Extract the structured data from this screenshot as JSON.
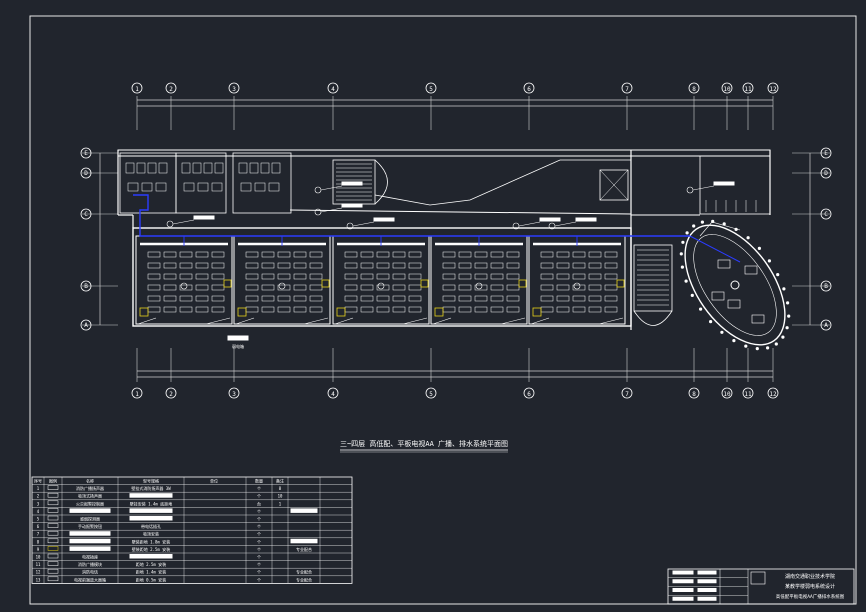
{
  "colors": {
    "background": "#21252d",
    "frame": "#e8e8e8",
    "wall": "#ffffff",
    "dim": "#cfcfcf",
    "pipe": "#2b3cff",
    "device": "#e8d21a",
    "grid": "#d0d0d0"
  },
  "axes": {
    "columns": [
      "1",
      "2",
      "3",
      "4",
      "5",
      "6",
      "7",
      "8",
      "10",
      "11",
      "12"
    ],
    "rows": [
      "A",
      "B",
      "C",
      "D",
      "E"
    ]
  },
  "drawing_title": "三~四层 高低配、平板电视AA 广播、排水系统平面图",
  "legend": {
    "headers": [
      "序号",
      "图例",
      "名称",
      "型号规格",
      "单位",
      "数量",
      "备注"
    ],
    "rows": [
      {
        "no": "1",
        "name": "消防广播扬声器",
        "spec": "壁挂式消防扬声器 3W",
        "unit": "个",
        "qty": "8"
      },
      {
        "no": "2",
        "name": "吸顶式扬声器",
        "spec": "",
        "unit": "个",
        "qty": "10"
      },
      {
        "no": "3",
        "name": "火灾报警控制器",
        "spec": "壁挂安装 1.4m 底距地",
        "unit": "台",
        "qty": "1"
      },
      {
        "no": "4",
        "name": "",
        "spec": "",
        "unit": "个",
        "qty": "",
        "remark": ""
      },
      {
        "no": "5",
        "name": "感烟探测器",
        "spec": "",
        "unit": "个",
        "qty": ""
      },
      {
        "no": "6",
        "name": "手动报警按钮",
        "spec": "带电话插孔",
        "unit": "个",
        "qty": ""
      },
      {
        "no": "7",
        "name": "",
        "spec": "吸顶安装",
        "unit": "个",
        "qty": ""
      },
      {
        "no": "8",
        "name": "",
        "spec": "壁装距地 1.8m 安装",
        "unit": "个",
        "qty": "",
        "remark": ""
      },
      {
        "no": "9",
        "name": "",
        "spec": "壁装距地 2.5m 安装",
        "unit": "个",
        "qty": "",
        "remark": "专业配合"
      },
      {
        "no": "10",
        "name": "电视插座",
        "spec": "",
        "unit": "个",
        "qty": ""
      },
      {
        "no": "11",
        "name": "消防广播模块",
        "spec": "距地 2.5m 安装",
        "unit": "个",
        "qty": ""
      },
      {
        "no": "12",
        "name": "消防电话",
        "spec": "距地 1.4m 安装",
        "unit": "个",
        "qty": "",
        "remark": "专业配合"
      },
      {
        "no": "13",
        "name": "电视前端放大器箱",
        "spec": "距地 0.5m 安装",
        "unit": "个",
        "qty": "",
        "remark": "专业配合"
      }
    ]
  },
  "title_block": {
    "school": "湖南交通职业技术学院",
    "project": "某教学楼弱电系统设计",
    "sheet": "高低配平板电视AA广播排水系统图"
  },
  "labels": {
    "dist_box": "弱电箱"
  }
}
